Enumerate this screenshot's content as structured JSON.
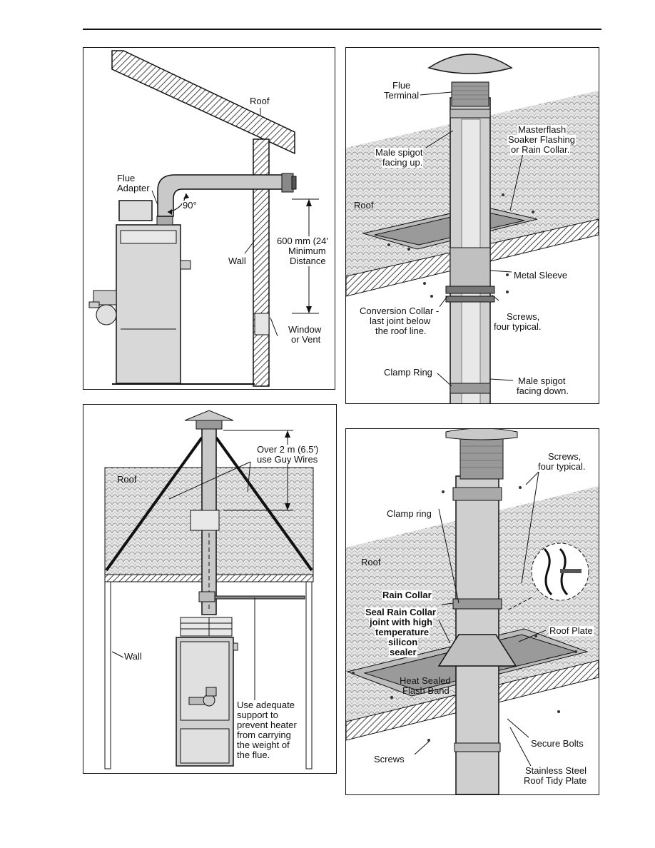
{
  "panel_a": {
    "roof": "Roof",
    "flue_adapter_1": "Flue",
    "flue_adapter_2": "Adapter",
    "angle": "90°",
    "distance_1": "600 mm (24'",
    "distance_2": "Minimum",
    "distance_3": "Distance",
    "wall": "Wall",
    "window_1": "Window",
    "window_2": "or Vent"
  },
  "panel_b": {
    "flue_terminal_1": "Flue",
    "flue_terminal_2": "Terminal",
    "masterflash_1": "Masterflash",
    "masterflash_2": "Soaker Flashing",
    "masterflash_3": "or Rain Collar.",
    "male_up_1": "Male spigot",
    "male_up_2": "facing up.",
    "roof": "Roof",
    "metal_sleeve": "Metal Sleeve",
    "conversion_1": "Conversion Collar -",
    "conversion_2": "last joint below",
    "conversion_3": "the roof line.",
    "screws_1": "Screws,",
    "screws_2": "four typical.",
    "clamp_ring": "Clamp Ring",
    "male_down_1": "Male spigot",
    "male_down_2": "facing down."
  },
  "panel_c": {
    "over_1": "Over 2 m (6.5')",
    "over_2": "use Guy Wires",
    "roof": "Roof",
    "wall": "Wall",
    "support_1": "Use adequate",
    "support_2": "support to",
    "support_3": "prevent heater",
    "support_4": "from carrying",
    "support_5": "the weight of",
    "support_6": "the flue."
  },
  "panel_d": {
    "screws_1": "Screws,",
    "screws_2": "four typical.",
    "clamp_ring": "Clamp ring",
    "roof": "Roof",
    "rain_collar": "Rain Collar",
    "seal_1": "Seal Rain Collar",
    "seal_2": "joint with high",
    "seal_3": "temperature",
    "seal_4": "silicon",
    "seal_5": "sealer",
    "roof_plate": "Roof Plate",
    "heat_1": "Heat Sealed",
    "heat_2": "Flash Band",
    "screws_bottom": "Screws",
    "secure_bolts": "Secure Bolts",
    "tidy_1": "Stainless Steel",
    "tidy_2": "Roof Tidy Plate"
  }
}
